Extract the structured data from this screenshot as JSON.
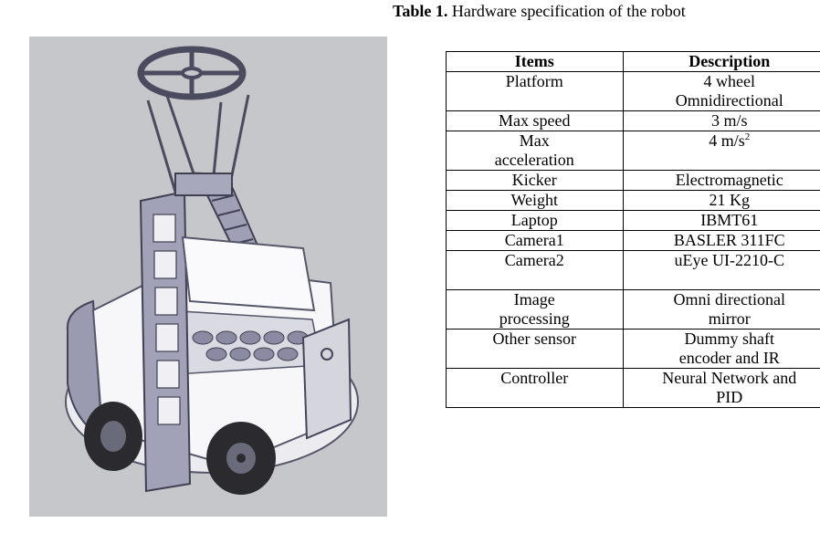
{
  "caption": {
    "label": "Table 1.",
    "text": " Hardware specification of the robot"
  },
  "table": {
    "headers": [
      "Items",
      "Description"
    ],
    "rows": [
      {
        "item": "Platform",
        "description": "4 wheel\nOmnidirectional"
      },
      {
        "item": "Max speed",
        "description": "3 m/s"
      },
      {
        "item": "Max\nacceleration",
        "description": "4 m/s",
        "description_sup": "2"
      },
      {
        "item": "Kicker",
        "description": "Electromagnetic"
      },
      {
        "item": "Weight",
        "description": "21 Kg"
      },
      {
        "item": "Laptop",
        "description": "IBMT61"
      },
      {
        "item": "Camera1",
        "description": "BASLER 311FC"
      },
      {
        "item": "Camera2",
        "description": "uEye UI-2210-C"
      },
      {
        "item": "Image\nprocessing",
        "description": "Omni directional\nmirror"
      },
      {
        "item": "Other sensor",
        "description": "Dummy shaft\nencoder and IR"
      },
      {
        "item": "Controller",
        "description": "Neural Network and\nPID"
      }
    ]
  },
  "colors": {
    "figure_background": "#c6c7cb",
    "metal": "#8d8ea4",
    "panel": "#f6f6f8",
    "wheel": "#2b2b2f"
  }
}
